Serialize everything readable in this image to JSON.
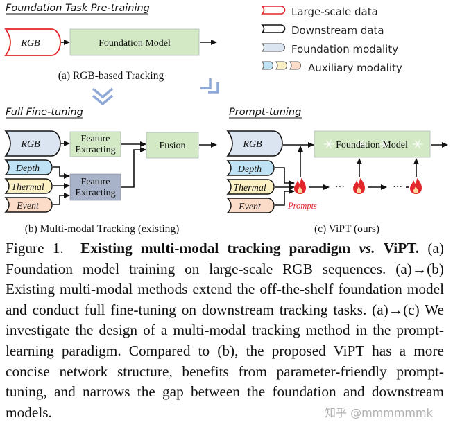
{
  "sections": {
    "pretraining": "Foundation Task Pre-training",
    "full_finetuning": "Full Fine-tuning",
    "prompt_tuning": "Prompt-tuning"
  },
  "legend": [
    {
      "label": "Large-scale data",
      "icon": "red-outline-input-shape"
    },
    {
      "label": "Downstream data",
      "icon": "black-outline-input-shape"
    },
    {
      "label": "Foundation modality",
      "icon": "blue-input-shape"
    },
    {
      "label": "Auxiliary modality",
      "icon": "multicolor-input-shapes"
    }
  ],
  "panel_a": {
    "input": "RGB",
    "model": "Foundation Model",
    "caption": "(a) RGB-based Tracking"
  },
  "panel_b": {
    "inputs": [
      "RGB",
      "Depth",
      "Thermal",
      "Event"
    ],
    "feature_1": [
      "Feature",
      "Extracting"
    ],
    "feature_2": [
      "Feature",
      "Extracting"
    ],
    "fusion": "Fusion",
    "caption": "(b) Multi-modal Tracking (existing)"
  },
  "panel_c": {
    "inputs": [
      "RGB",
      "Depth",
      "Thermal",
      "Event"
    ],
    "model": "Foundation Model",
    "dots": [
      "···",
      "···"
    ],
    "prompts": "Prompts",
    "caption": "(c) ViPT (ours)"
  },
  "figure_caption": {
    "label": "Figure 1.",
    "title_part1": "Existing multi-modal tracking paradigm",
    "vs": "vs.",
    "title_part2": "ViPT.",
    "body": "(a) Foundation model training on large-scale RGB sequences. (a)→(b) Existing multi-modal methods extend the off-the-shelf foundation model and conduct full fine-tuning on downstream tracking tasks. (a)→(c) We investigate the design of a multi-modal tracking method in the prompt-learning paradigm. Compared to (b), the proposed ViPT has a more concise network structure, benefits from parameter-friendly prompt-tuning, and narrows the gap between the foundation and downstream models."
  },
  "watermark": "知乎 @mmmmmmk",
  "colors": {
    "foundation_green": "#d3e9c6",
    "feature_grey": "#a8b2c8",
    "rgb_blue": "#dbe5f1",
    "depth_blue": "#bfe3f4",
    "thermal_yellow": "#fbefc4",
    "event_peach": "#fbdcc8",
    "large_scale_red": "#e3262b",
    "prompt_flame": "#e3262b"
  }
}
